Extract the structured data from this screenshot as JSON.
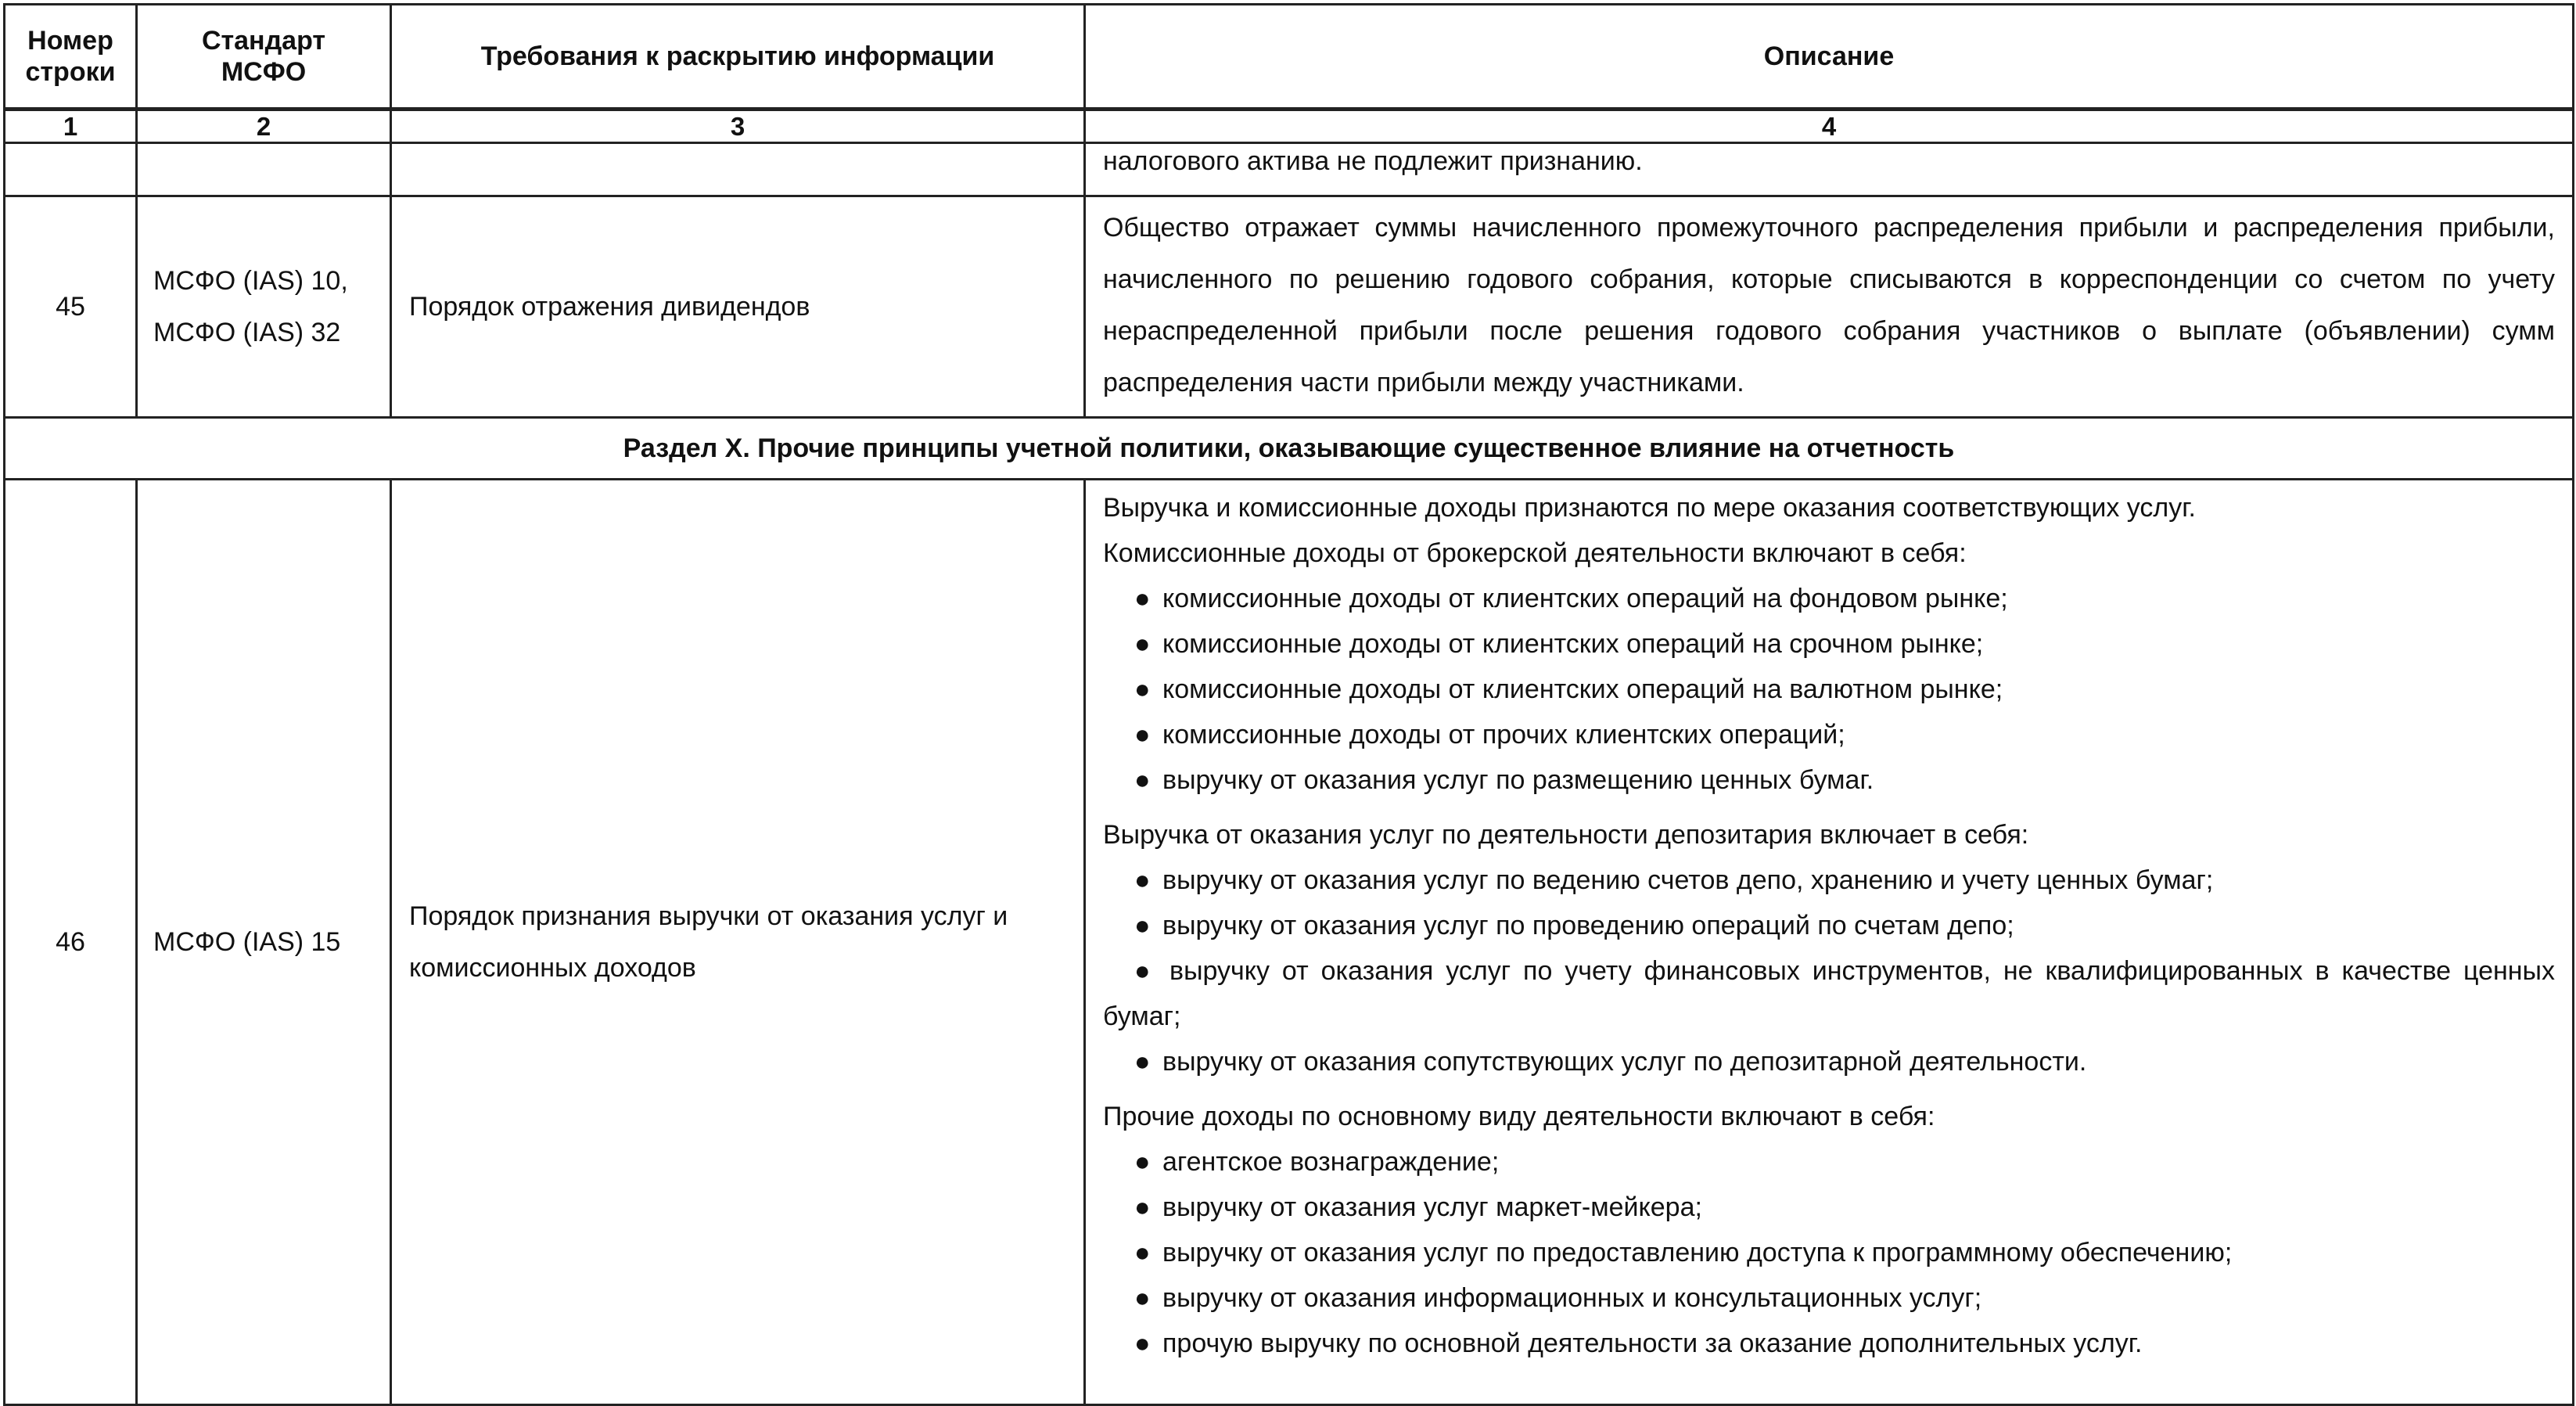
{
  "header": {
    "col1": "Номер\nстроки",
    "col2": "Стандарт\nМСФО",
    "col3": "Требования к раскрытию информации",
    "col4": "Описание"
  },
  "column_numbers": [
    "1",
    "2",
    "3",
    "4"
  ],
  "continuation": {
    "text": "налогового актива не подлежит признанию."
  },
  "row45": {
    "number": "45",
    "standard": "МСФО (IAS) 10, МСФО (IAS) 32",
    "requirement": "Порядок отражения дивидендов",
    "description": "Общество отражает суммы начисленного промежуточного распределения прибыли и распределения прибыли, начисленного по решению годового собрания, которые списываются в корреспонденции со счетом по учету нераспределенной прибыли после решения годового собрания участников о выплате (объявлении) сумм распределения части прибыли между участниками."
  },
  "section": {
    "title": "Раздел X. Прочие принципы учетной политики, оказывающие существенное влияние на отчетность"
  },
  "row46": {
    "number": "46",
    "standard": "МСФО (IAS) 15",
    "requirement": "Порядок признания выручки от оказания услуг и комиссионных доходов",
    "intro": "Выручка и комиссионные доходы признаются по мере оказания соответствующих услуг.",
    "brokerage_heading": "Комиссионные доходы от брокерской деятельности включают в себя:",
    "brokerage_items": [
      "комиссионные доходы от клиентских операций на фондовом рынке;",
      "комиссионные доходы от клиентских операций на срочном рынке;",
      "комиссионные доходы от клиентских операций на валютном рынке;",
      "комиссионные доходы от прочих клиентских операций;",
      "выручку от оказания услуг по размещению ценных бумаг."
    ],
    "depository_heading": "Выручка от оказания услуг по деятельности депозитария включает в себя:",
    "depository_items": [
      "выручку от оказания услуг по ведению счетов депо, хранению и учету ценных бумаг;",
      "выручку от оказания услуг по проведению операций по счетам депо;",
      "выручку от оказания услуг по учету финансовых инструментов, не квалифицированных в качестве ценных бумаг;",
      "выручку от оказания сопутствующих услуг по депозитарной деятельности."
    ],
    "other_heading": "Прочие доходы по основному виду деятельности включают в себя:",
    "other_items": [
      "агентское вознаграждение;",
      "выручку от оказания услуг маркет-мейкера;",
      "выручку от оказания услуг по предоставлению доступа к программному обеспечению;",
      "выручку от оказания информационных и консультационных услуг;",
      "прочую выручку по основной деятельности за оказание дополнительных услуг."
    ]
  },
  "bullet_glyph": "●"
}
